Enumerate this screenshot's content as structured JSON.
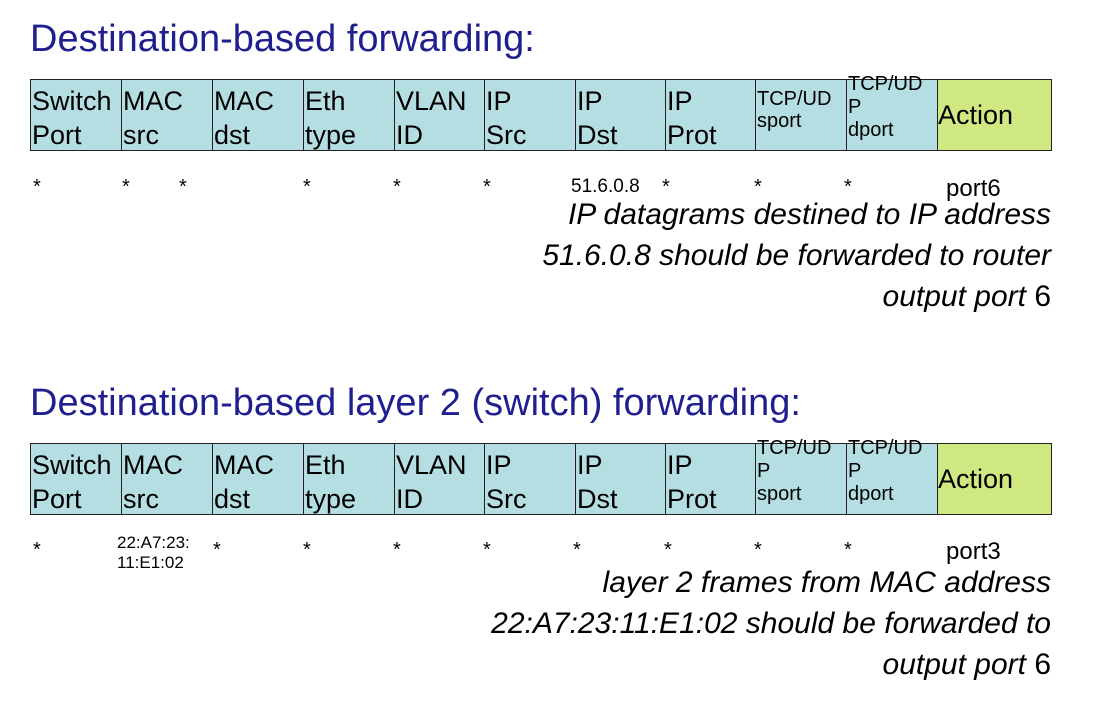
{
  "section1": {
    "title": "Destination-based forwarding:",
    "headers": [
      "Switch\nPort",
      "MAC\nsrc",
      "MAC\ndst",
      "Eth\ntype",
      "VLAN\nID",
      "IP\nSrc",
      "IP\nDst",
      "IP\nProt",
      "TCP/UD\nsport",
      "TCP/UD\nP\ndport",
      "Action"
    ],
    "values": [
      "*",
      "*",
      "*",
      "*",
      "*",
      "*",
      "51.6.0.8",
      "*",
      "*",
      "*",
      "port6"
    ],
    "note_lines": [
      "IP datagrams destined to IP address",
      "51.6.0.8 should be forwarded to router",
      "output port "
    ],
    "note_port": "6"
  },
  "section2": {
    "title": "Destination-based layer 2 (switch) forwarding:",
    "headers": [
      "Switch\nPort",
      "MAC\nsrc",
      "MAC\ndst",
      "Eth\ntype",
      "VLAN\nID",
      "IP\nSrc",
      "IP\nDst",
      "IP\nProt",
      "TCP/UD\nP\nsport",
      "TCP/UD\nP\ndport",
      "Action"
    ],
    "values": [
      "*",
      "22:A7:23:\n11:E1:02",
      "*",
      "*",
      "*",
      "*",
      "*",
      "*",
      "*",
      "*",
      "port3"
    ],
    "note_lines": [
      "layer 2 frames from MAC address",
      "22:A7:23:11:E1:02 should be forwarded to",
      "output port "
    ],
    "note_port": "6"
  },
  "colors": {
    "title": "#1f1f8f",
    "header_cell": "#b5dee3",
    "action_cell": "#cfe881"
  }
}
